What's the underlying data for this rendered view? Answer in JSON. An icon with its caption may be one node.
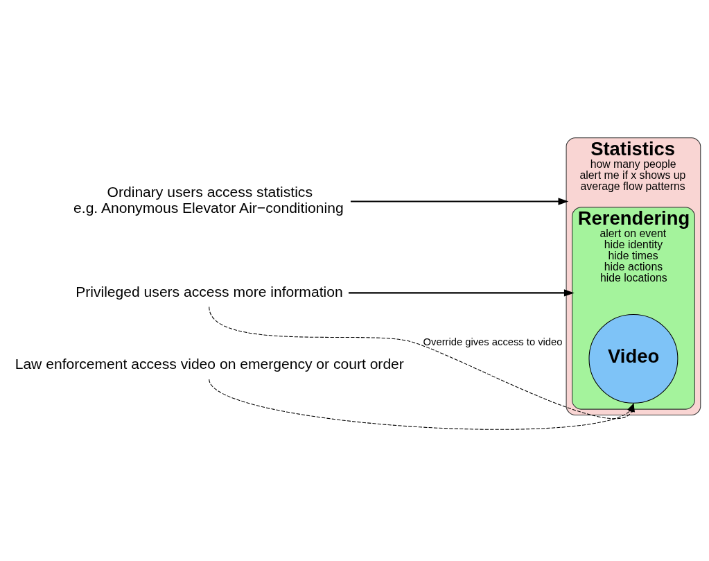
{
  "diagram": {
    "nodes": [
      {
        "text": [
          "Statistics",
          "how many people",
          "alert me if x shows up",
          "average flow patterns"
        ]
      },
      {
        "text": [
          "Rerendering",
          "alert on event",
          "hide identity",
          "hide times",
          "hide actions",
          "hide locations"
        ],
        "in": 0
      },
      {
        "text": [
          "Video"
        ],
        "in": 1
      },
      {
        "text": [
          "Ordinary users access statistics",
          "e.g. Anonymous Elevator Air−conditioning"
        ]
      },
      {
        "text": [
          "Privileged users access more information"
        ]
      },
      {
        "text": [
          "Law enforcement access video on emergency or court order"
        ]
      }
    ],
    "edges": [
      {
        "from": 3,
        "to": 0,
        "arrow": "to"
      },
      {
        "from": 4,
        "to": 1,
        "arrow": "to"
      },
      {
        "from": 4,
        "to": 2,
        "arrow": "to",
        "label": "Override gives access to video",
        "style": "dashed"
      },
      {
        "from": 5,
        "to": 2,
        "arrow": "to",
        "style": "dashed"
      }
    ]
  }
}
